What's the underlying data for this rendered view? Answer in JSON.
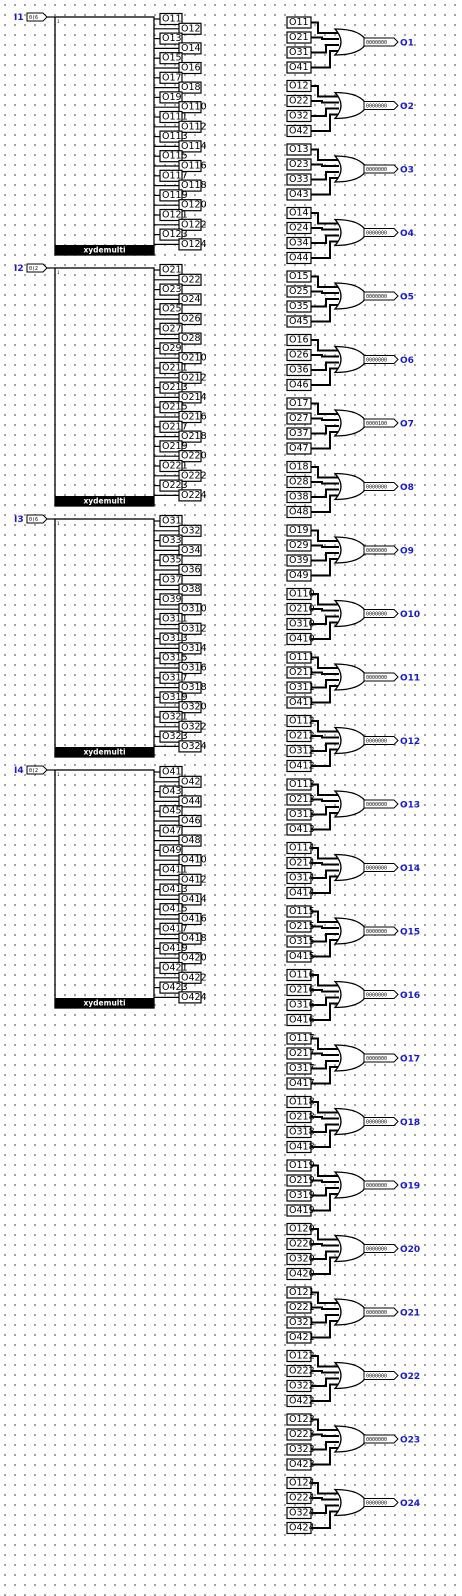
{
  "colors": {
    "wire": "#000000",
    "pin": "#1a1ad6",
    "bar": "#000000",
    "grid": "#8c8c8c"
  },
  "inputs": [
    {
      "name": "I1",
      "value": "0(6"
    },
    {
      "name": "I2",
      "value": "0(2"
    },
    {
      "name": "I3",
      "value": "0(6"
    },
    {
      "name": "I4",
      "value": "0(2"
    }
  ],
  "demux_blocks": [
    {
      "label": "xydemulti",
      "input_value": "1",
      "outputs": [
        "O11",
        "O12",
        "O13",
        "O14",
        "O15",
        "O16",
        "O17",
        "O18",
        "O19",
        "O110",
        "O111",
        "O112",
        "O113",
        "O114",
        "O115",
        "O116",
        "O117",
        "O118",
        "O119",
        "O120",
        "O121",
        "O122",
        "O123",
        "O124"
      ]
    },
    {
      "label": "xydemulti",
      "input_value": "1",
      "outputs": [
        "O21",
        "O22",
        "O23",
        "O24",
        "O25",
        "O26",
        "O27",
        "O28",
        "O29",
        "O210",
        "O211",
        "O212",
        "O213",
        "O214",
        "O215",
        "O216",
        "O217",
        "O218",
        "O219",
        "O220",
        "O221",
        "O222",
        "O223",
        "O224"
      ]
    },
    {
      "label": "xydemulti",
      "input_value": "1",
      "outputs": [
        "O31",
        "O32",
        "O33",
        "O34",
        "O35",
        "O36",
        "O37",
        "O38",
        "O39",
        "O310",
        "O311",
        "O312",
        "O313",
        "O314",
        "O315",
        "O316",
        "O317",
        "O318",
        "O319",
        "O320",
        "O321",
        "O322",
        "O323",
        "O324"
      ]
    },
    {
      "label": "xydemulti",
      "input_value": "1",
      "outputs": [
        "O41",
        "O42",
        "O43",
        "O44",
        "O45",
        "O46",
        "O47",
        "O48",
        "O49",
        "O410",
        "O411",
        "O412",
        "O413",
        "O414",
        "O415",
        "O416",
        "O417",
        "O418",
        "O419",
        "O420",
        "O421",
        "O422",
        "O423",
        "O424"
      ]
    }
  ],
  "or_groups": [
    {
      "inputs": [
        "O11",
        "O21",
        "O31",
        "O41"
      ],
      "output_value": "0000000",
      "output": "O1"
    },
    {
      "inputs": [
        "O12",
        "O22",
        "O32",
        "O42"
      ],
      "output_value": "0000000",
      "output": "O2"
    },
    {
      "inputs": [
        "O13",
        "O23",
        "O33",
        "O43"
      ],
      "output_value": "0000000",
      "output": "O3"
    },
    {
      "inputs": [
        "O14",
        "O24",
        "O34",
        "O44"
      ],
      "output_value": "0000000",
      "output": "O4"
    },
    {
      "inputs": [
        "O15",
        "O25",
        "O35",
        "O45"
      ],
      "output_value": "0000000",
      "output": "O5"
    },
    {
      "inputs": [
        "O16",
        "O26",
        "O36",
        "O46"
      ],
      "output_value": "0000000",
      "output": "O6"
    },
    {
      "inputs": [
        "O17",
        "O27",
        "O37",
        "O47"
      ],
      "output_value": "0000100",
      "output": "O7"
    },
    {
      "inputs": [
        "O18",
        "O28",
        "O38",
        "O48"
      ],
      "output_value": "0000000",
      "output": "O8"
    },
    {
      "inputs": [
        "O19",
        "O29",
        "O39",
        "O49"
      ],
      "output_value": "0000000",
      "output": "O9"
    },
    {
      "inputs": [
        "O110",
        "O210",
        "O310",
        "O410"
      ],
      "output_value": "0000000",
      "output": "O10"
    },
    {
      "inputs": [
        "O111",
        "O211",
        "O311",
        "O411"
      ],
      "output_value": "0000000",
      "output": "O11"
    },
    {
      "inputs": [
        "O112",
        "O212",
        "O312",
        "O412"
      ],
      "output_value": "0000000",
      "output": "O12"
    },
    {
      "inputs": [
        "O113",
        "O213",
        "O313",
        "O413"
      ],
      "output_value": "0000000",
      "output": "O13"
    },
    {
      "inputs": [
        "O114",
        "O214",
        "O314",
        "O414"
      ],
      "output_value": "0000000",
      "output": "O14"
    },
    {
      "inputs": [
        "O115",
        "O215",
        "O315",
        "O415"
      ],
      "output_value": "0000000",
      "output": "O15"
    },
    {
      "inputs": [
        "O116",
        "O216",
        "O316",
        "O416"
      ],
      "output_value": "0000000",
      "output": "O16"
    },
    {
      "inputs": [
        "O117",
        "O217",
        "O317",
        "O417"
      ],
      "output_value": "0000000",
      "output": "O17"
    },
    {
      "inputs": [
        "O118",
        "O218",
        "O318",
        "O418"
      ],
      "output_value": "0000000",
      "output": "O18"
    },
    {
      "inputs": [
        "O119",
        "O219",
        "O319",
        "O419"
      ],
      "output_value": "0000000",
      "output": "O19"
    },
    {
      "inputs": [
        "O120",
        "O220",
        "O320",
        "O420"
      ],
      "output_value": "0000000",
      "output": "O20"
    },
    {
      "inputs": [
        "O121",
        "O221",
        "O321",
        "O421"
      ],
      "output_value": "0000000",
      "output": "O21"
    },
    {
      "inputs": [
        "O122",
        "O222",
        "O322",
        "O422"
      ],
      "output_value": "0000000",
      "output": "O22"
    },
    {
      "inputs": [
        "O123",
        "O223",
        "O323",
        "O423"
      ],
      "output_value": "0000000",
      "output": "O23"
    },
    {
      "inputs": [
        "O124",
        "O224",
        "O324",
        "O424"
      ],
      "output_value": "0000000",
      "output": "O24"
    }
  ]
}
